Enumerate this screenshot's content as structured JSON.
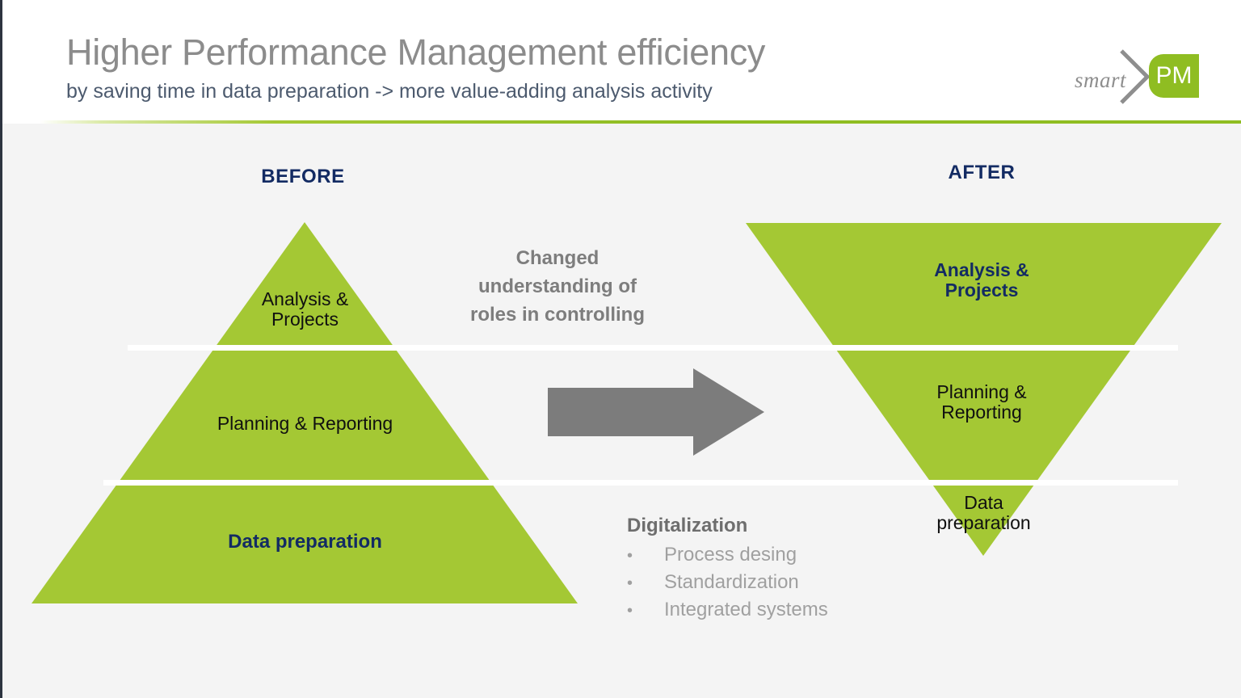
{
  "header": {
    "title": "Higher Performance Management efficiency",
    "subtitle": "by saving time in data preparation -> more value-adding analysis activity",
    "logo": {
      "wordmark": "smart",
      "chevron_icon": "chevron-right-icon",
      "badge": "PM"
    }
  },
  "colors": {
    "green": "#a4c834",
    "navy": "#132b63",
    "grey_arrow": "#7c7c7c",
    "title_grey": "#8c8c8c",
    "subtitle_slate": "#4c5a6e",
    "body_bg": "#f4f4f4",
    "caption_grey": "#7d7d7d",
    "bullet_grey": "#a0a0a0"
  },
  "before": {
    "label": "BEFORE",
    "layers": [
      {
        "text": "Analysis &\nProjects",
        "emphasis": "normal"
      },
      {
        "text": "Planning & Reporting",
        "emphasis": "normal"
      },
      {
        "text": "Data preparation",
        "emphasis": "navy-bold"
      }
    ]
  },
  "after": {
    "label": "AFTER",
    "layers": [
      {
        "text": "Analysis &\nProjects",
        "emphasis": "navy-bold"
      },
      {
        "text": "Planning &\nReporting",
        "emphasis": "normal"
      },
      {
        "text": "Data\npreparation",
        "emphasis": "normal"
      }
    ]
  },
  "centre": {
    "caption": "Changed\nunderstanding of\nroles in controlling",
    "arrow_icon": "arrow-right-icon"
  },
  "digitalization": {
    "title": "Digitalization",
    "bullet_glyph": "•",
    "items": [
      "Process desing",
      "Standardization",
      "Integrated systems"
    ]
  },
  "chart_data": {
    "type": "diagram",
    "title": "Higher Performance Management efficiency",
    "subtitle": "by saving time in data preparation -> more value-adding analysis activity",
    "shape": "pyramid-vs-inverted-pyramid",
    "series": [
      {
        "name": "BEFORE",
        "orientation": "upright-pyramid",
        "categories": [
          "Analysis & Projects",
          "Planning & Reporting",
          "Data preparation"
        ],
        "relative_effort_share": [
          12,
          33,
          55
        ]
      },
      {
        "name": "AFTER",
        "orientation": "inverted-pyramid",
        "categories": [
          "Analysis & Projects",
          "Planning & Reporting",
          "Data preparation"
        ],
        "relative_effort_share": [
          55,
          33,
          12
        ]
      }
    ],
    "annotations": [
      "Changed understanding of roles in controlling",
      "Digitalization: Process desing, Standardization, Integrated systems"
    ],
    "legend": "none",
    "grid": false
  }
}
